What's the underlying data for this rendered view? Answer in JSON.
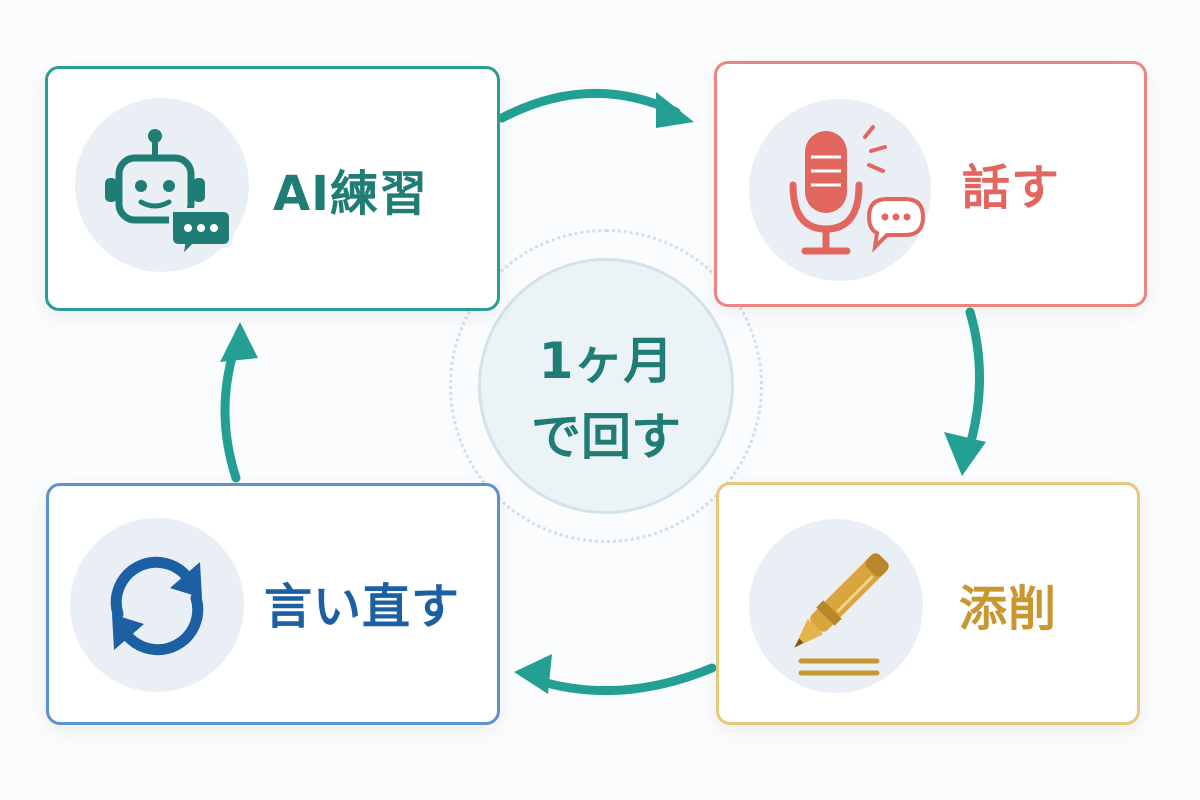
{
  "steps": [
    {
      "id": "ai",
      "label": "AI練習",
      "icon": "chatbot-icon",
      "color": "#2a9d94"
    },
    {
      "id": "speak",
      "label": "話す",
      "icon": "microphone-icon",
      "color": "#ec8580"
    },
    {
      "id": "correct",
      "label": "添削",
      "icon": "pen-icon",
      "color": "#e8c97a"
    },
    {
      "id": "repeat",
      "label": "言い直す",
      "icon": "refresh-icon",
      "color": "#5b92d0"
    }
  ],
  "center": {
    "line1": "1ヶ月",
    "line2": "で回す"
  },
  "arrow_color": "#23a093"
}
